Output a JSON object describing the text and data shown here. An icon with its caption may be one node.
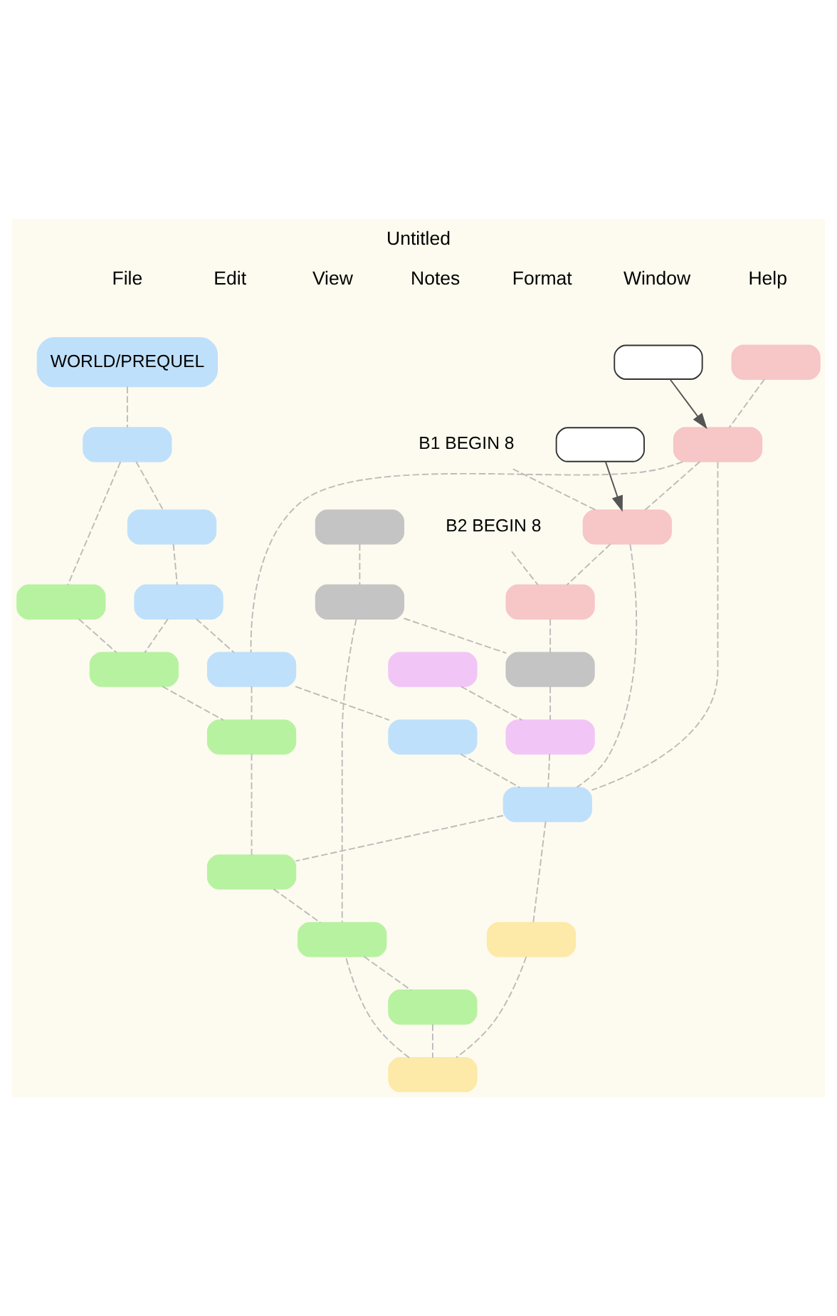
{
  "diagram": {
    "title": "Untitled",
    "nodes": [
      {
        "text": [
          "WORLD/PREQUEL"
        ]
      },
      {
        "text": [],
        "shape": "box"
      },
      {
        "text": [],
        "shape": "box"
      },
      {
        "text": [],
        "shape": "box"
      },
      {
        "text": [],
        "shape": "box"
      },
      {
        "text": [],
        "shape": "box"
      },
      {
        "text": [],
        "shape": "box"
      },
      {
        "text": [],
        "shape": "box"
      },
      {
        "text": [],
        "shape": "box"
      },
      {
        "text": [],
        "shape": "box"
      },
      {
        "text": [],
        "shape": "box"
      },
      {
        "text": [],
        "shape": "box"
      },
      {
        "text": [],
        "shape": "box"
      },
      {
        "text": [],
        "shape": "box"
      },
      {
        "text": [],
        "shape": "box"
      },
      {
        "text": [],
        "shape": "box"
      },
      {
        "text": [],
        "shape": "box"
      },
      {
        "text": [],
        "shape": "box"
      },
      {
        "text": [],
        "shape": "box"
      },
      {
        "text": [
          "B1 BEGIN 8"
        ]
      },
      {
        "text": [],
        "shape": "box"
      },
      {
        "text": [],
        "shape": "box"
      },
      {
        "text": [],
        "shape": "box"
      },
      {
        "text": [],
        "shape": "box"
      },
      {
        "text": [],
        "shape": "box"
      },
      {
        "text": [
          "B2 BEGIN 8"
        ]
      },
      {
        "text": [],
        "shape": "box"
      },
      {
        "text": [],
        "shape": "box"
      }
    ],
    "edges": [
      {
        "from": 0,
        "to": 1,
        "arrow": "none",
        "style": "dashed"
      },
      {
        "from": 1,
        "to": 2,
        "arrow": "none",
        "style": "dashed"
      },
      {
        "from": 2,
        "to": 3,
        "arrow": "none",
        "style": "dashed"
      },
      {
        "from": 3,
        "to": 4,
        "arrow": "none",
        "style": "dashed"
      },
      {
        "from": 4,
        "to": 5,
        "arrow": "none",
        "style": "dashed"
      },
      {
        "from": 5,
        "to": 6,
        "arrow": "none",
        "style": "dashed"
      },
      {
        "from": 7,
        "to": 8,
        "arrow": "none",
        "style": "dashed"
      },
      {
        "from": 8,
        "to": 9,
        "arrow": "none",
        "style": "dashed"
      },
      {
        "from": 9,
        "to": 10,
        "arrow": "none",
        "style": "dashed"
      },
      {
        "from": 10,
        "to": 11,
        "arrow": "none",
        "style": "dashed"
      },
      {
        "from": 11,
        "to": 12,
        "arrow": "none",
        "style": "dashed"
      },
      {
        "from": 1,
        "to": 7,
        "arrow": "none",
        "style": "dashed"
      },
      {
        "from": 3,
        "to": 8,
        "arrow": "none",
        "style": "dashed"
      },
      {
        "from": 4,
        "to": 9,
        "arrow": "none",
        "style": "dashed"
      },
      {
        "from": 6,
        "to": 10,
        "arrow": "none",
        "style": "dashed"
      },
      {
        "from": 13,
        "to": 14,
        "arrow": "none",
        "style": "dashed"
      },
      {
        "from": 14,
        "to": 15,
        "arrow": "none",
        "style": "dashed"
      },
      {
        "from": 15,
        "to": 16,
        "arrow": "none",
        "style": "dashed"
      },
      {
        "from": 14,
        "to": 4,
        "arrow": "none",
        "style": "dashed"
      },
      {
        "from": 14,
        "to": 6,
        "arrow": "none",
        "style": "dashed"
      },
      {
        "from": 17,
        "to": 18,
        "arrow": "none",
        "style": "dashed"
      },
      {
        "from": 18,
        "to": 6,
        "arrow": "none",
        "style": "dashed"
      },
      {
        "from": 19,
        "to": 15,
        "arrow": "none",
        "style": "dashed"
      },
      {
        "from": 15,
        "to": 6,
        "arrow": "none",
        "style": "dashed"
      },
      {
        "from": 26,
        "to": 15,
        "arrow": "to",
        "color": "#555555"
      },
      {
        "from": 27,
        "to": 14,
        "arrow": "to",
        "color": "#555555"
      },
      {
        "from": 20,
        "to": 21,
        "arrow": "none",
        "style": "dashed"
      },
      {
        "from": 21,
        "to": 22,
        "arrow": "none",
        "style": "dashed"
      },
      {
        "from": 21,
        "to": 11,
        "arrow": "none",
        "style": "dashed"
      },
      {
        "from": 22,
        "to": 18,
        "arrow": "none",
        "style": "dashed"
      },
      {
        "from": 23,
        "to": 24,
        "arrow": "none",
        "style": "dashed"
      },
      {
        "from": 24,
        "to": 11,
        "arrow": "none",
        "style": "dashed"
      },
      {
        "from": 6,
        "to": 23,
        "arrow": "none",
        "style": "dashed"
      },
      {
        "from": 25,
        "to": 16,
        "arrow": "none",
        "style": "dashed"
      },
      {
        "from": 16,
        "to": 22,
        "arrow": "none",
        "style": "dashed"
      },
      {
        "from": 12,
        "to": 24,
        "arrow": "none",
        "style": "dashed"
      }
    ],
    "labels": [
      "File",
      "Edit",
      "View",
      "Notes",
      "Format",
      "Window",
      "Help"
    ]
  }
}
